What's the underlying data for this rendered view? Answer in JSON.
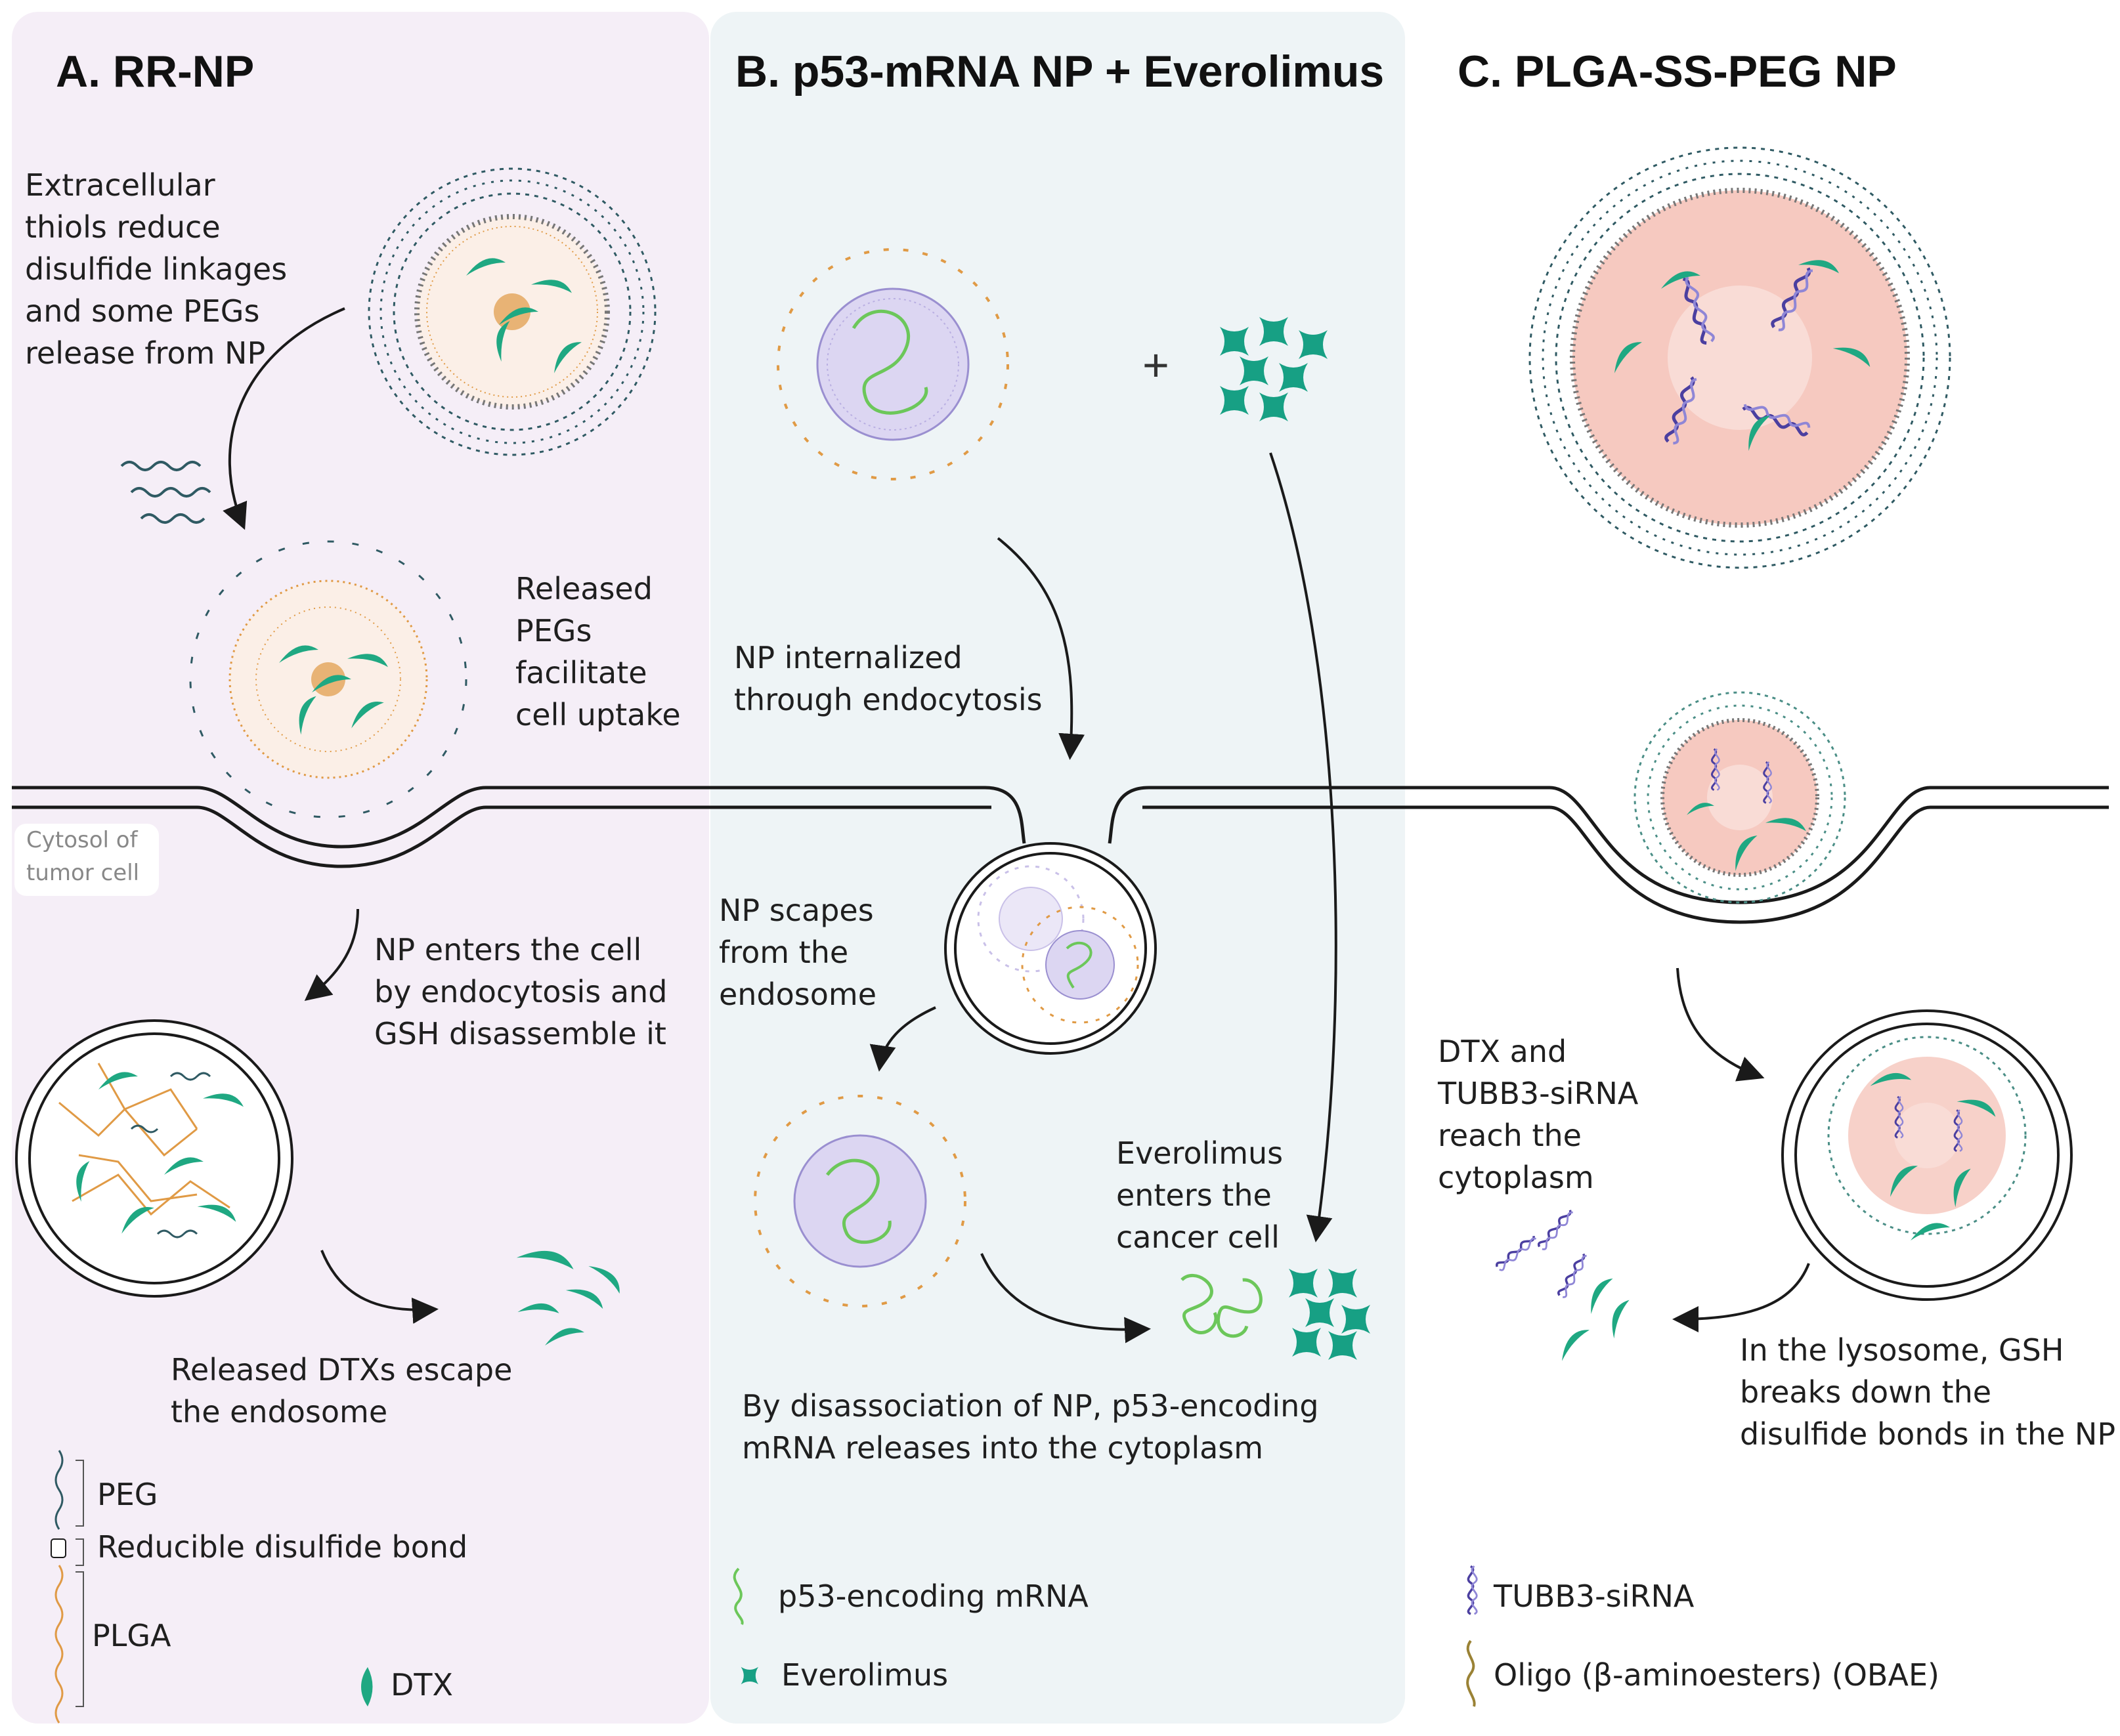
{
  "panels": {
    "a": {
      "title": "A. RR-NP",
      "step1": "Extracellular\nthiols reduce\ndisulfide linkages\nand some PEGs\nrelease from NP",
      "step2": "Released\nPEGs\nfacilitate\ncell uptake",
      "step3": "NP enters the cell\nby endocytosis and\nGSH disassemble it",
      "step4": "Released DTXs escape\nthe endosome",
      "cytosol_label": "Cytosol of\ntumor cell",
      "legend": {
        "peg": "PEG",
        "disulfide": "Reducible disulfide bond",
        "plga": "PLGA",
        "dtx": "DTX"
      }
    },
    "b": {
      "title": "B. p53-mRNA NP + Everolimus",
      "plus": "+",
      "step1": "NP internalized\nthrough endocytosis",
      "step2": "NP scapes\nfrom the\nendosome",
      "step3": "Everolimus\nenters the\ncancer cell",
      "step4": "By disassociation of NP, p53-encoding\nmRNA releases into the cytoplasm",
      "legend": {
        "mrna": "p53-encoding mRNA",
        "everolimus": "Everolimus"
      }
    },
    "c": {
      "title": "C. PLGA-SS-PEG NP",
      "step1": "DTX and\nTUBB3-siRNA\nreach the\ncytoplasm",
      "step2": "In the lysosome, GSH\nbreaks down the\ndisulfide bonds in the NP",
      "legend": {
        "sirna": "TUBB3-siRNA",
        "obae": "Oligo (β-aminoesters) (OBAE)"
      }
    }
  },
  "colors": {
    "panel_a_bg": "#f5eef7",
    "panel_b_bg": "#eef4f6",
    "dtx_green": "#1fa882",
    "plga_orange": "#e09a45",
    "peg_teal": "#2f5a63",
    "mrna_green": "#7fd36a",
    "sirna_purple": "#4b3fa0",
    "core_lavender": "#dcd6f2",
    "core_pink": "#f6c9c0"
  }
}
